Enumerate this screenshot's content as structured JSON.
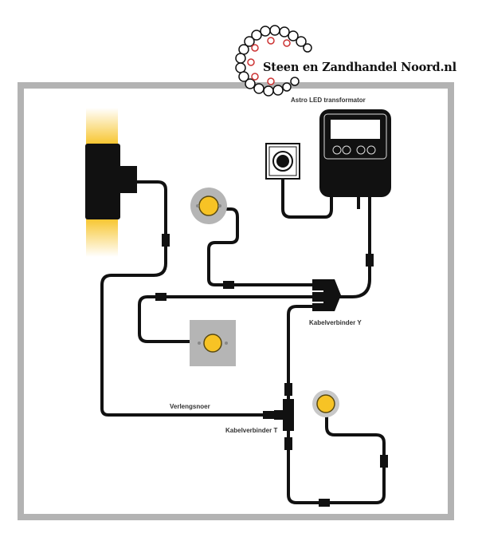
{
  "logo": {
    "text": "Steen en Zandhandel Noord.nl"
  },
  "labels": {
    "transformer": "Astro LED transformator",
    "y_connector": "Kabelverbinder Y",
    "extension": "Verlengsnoer",
    "t_connector": "Kabelverbinder T"
  },
  "colors": {
    "frame": "#b3b3b3",
    "cable": "#111111",
    "light": "#f7c325",
    "spot_bg": "#b5b5b5"
  }
}
